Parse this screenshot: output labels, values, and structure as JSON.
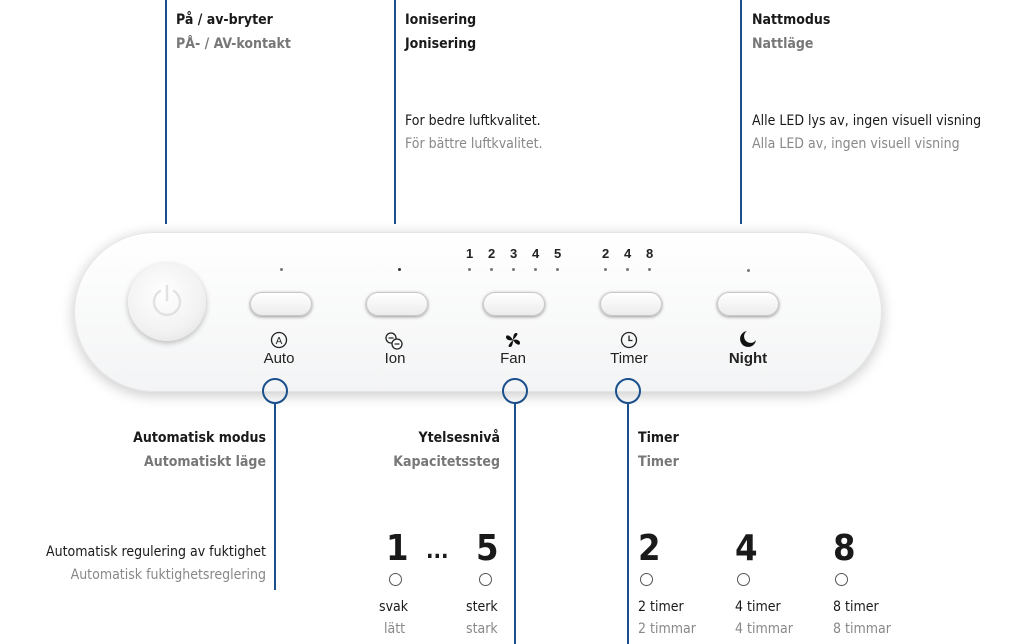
{
  "callouts": {
    "power": {
      "title_no": "På / av-bryter",
      "title_sv": "PÅ- / AV-kontakt"
    },
    "ion": {
      "title_no": "Ionisering",
      "title_sv": "Jonisering",
      "desc_no": "For bedre luftkvalitet.",
      "desc_sv": "För bättre luftkvalitet."
    },
    "night": {
      "title_no": "Nattmodus",
      "title_sv": "Nattläge",
      "desc_no": "Alle LED lys av, ingen visuell visning",
      "desc_sv": "Alla LED av, ingen visuell visning"
    },
    "auto": {
      "title_no": "Automatisk modus",
      "title_sv": "Automatiskt läge",
      "desc_no": "Automatisk regulering av fuktighet",
      "desc_sv": "Automatisk fuktighetsreglering"
    },
    "fan": {
      "title_no": "Ytelsesnivå",
      "title_sv": "Kapacitetssteg"
    },
    "timer": {
      "title_no": "Timer",
      "title_sv": "Timer"
    }
  },
  "panel": {
    "fan_levels": [
      "1",
      "2",
      "3",
      "4",
      "5"
    ],
    "timer_levels": [
      "2",
      "4",
      "8"
    ],
    "buttons": [
      "Auto",
      "Ion",
      "Fan",
      "Timer",
      "Night"
    ]
  },
  "fan_scale": {
    "low": "1",
    "ellipsis": "...",
    "high": "5",
    "low_no": "svak",
    "low_sv": "lätt",
    "high_no": "sterk",
    "high_sv": "stark"
  },
  "timer_scale": [
    {
      "value": "2",
      "label_no": "2 timer",
      "label_sv": "2 timmar"
    },
    {
      "value": "4",
      "label_no": "4 timer",
      "label_sv": "4 timmar"
    },
    {
      "value": "8",
      "label_no": "8 timer",
      "label_sv": "8 timmar"
    }
  ],
  "colors": {
    "accent": "#1a4f8c"
  }
}
